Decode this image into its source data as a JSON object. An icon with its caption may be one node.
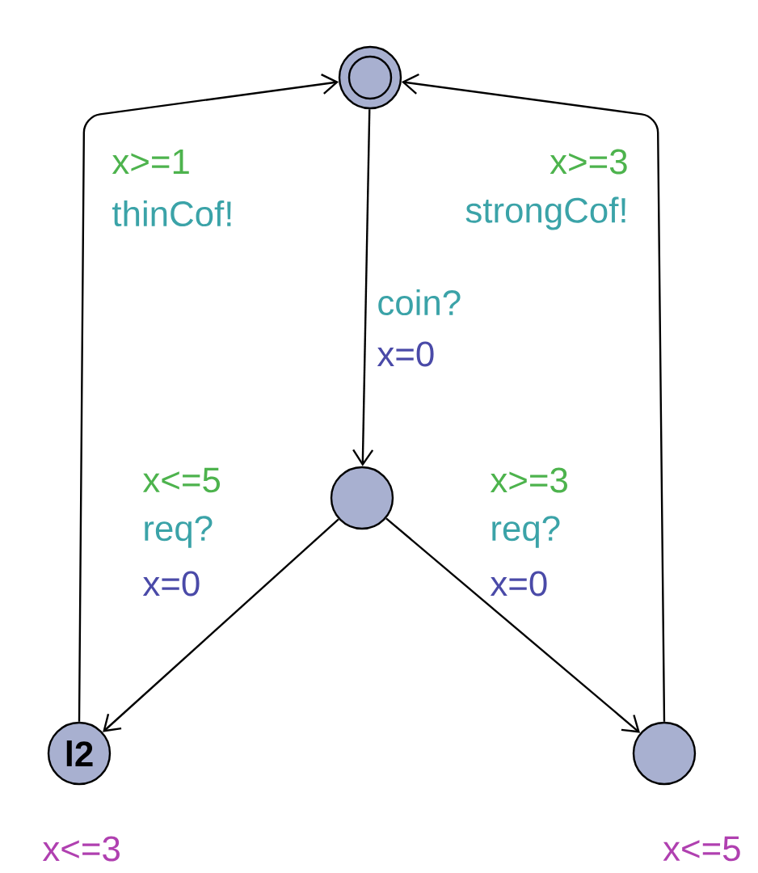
{
  "diagram": {
    "nodes": [
      {
        "text": [],
        "shape": "double-circle"
      },
      {
        "text": [],
        "shape": "circle"
      },
      {
        "text": [
          "l2"
        ],
        "beside": [
          "x<=3"
        ]
      },
      {
        "text": [],
        "shape": "circle",
        "beside": [
          "x<=5"
        ]
      }
    ],
    "edges": [
      {
        "from": 0,
        "to": 1,
        "arrow": "to",
        "label": [
          {
            "text": "coin?",
            "color": "#3ba3a8"
          },
          {
            "text": "x=0",
            "color": "#4a4aa8"
          }
        ]
      },
      {
        "from": 1,
        "to": 2,
        "arrow": "to",
        "label": [
          {
            "text": "x<=5",
            "color": "#4db34d"
          },
          {
            "text": "req?",
            "color": "#3ba3a8"
          },
          {
            "text": "x=0",
            "color": "#4a4aa8"
          }
        ]
      },
      {
        "from": 1,
        "to": 3,
        "arrow": "to",
        "label": [
          {
            "text": "x>=3",
            "color": "#4db34d"
          },
          {
            "text": "req?",
            "color": "#3ba3a8"
          },
          {
            "text": "x=0",
            "color": "#4a4aa8"
          }
        ]
      },
      {
        "from": 2,
        "to": 0,
        "arrow": "to",
        "label": [
          {
            "text": "x>=1",
            "color": "#4db34d"
          },
          {
            "text": "thinCof!",
            "color": "#3ba3a8"
          }
        ]
      },
      {
        "from": 3,
        "to": 0,
        "arrow": "to",
        "label": [
          {
            "text": "x>=3",
            "color": "#4db34d"
          },
          {
            "text": "strongCof!",
            "color": "#3ba3a8"
          }
        ]
      }
    ]
  }
}
